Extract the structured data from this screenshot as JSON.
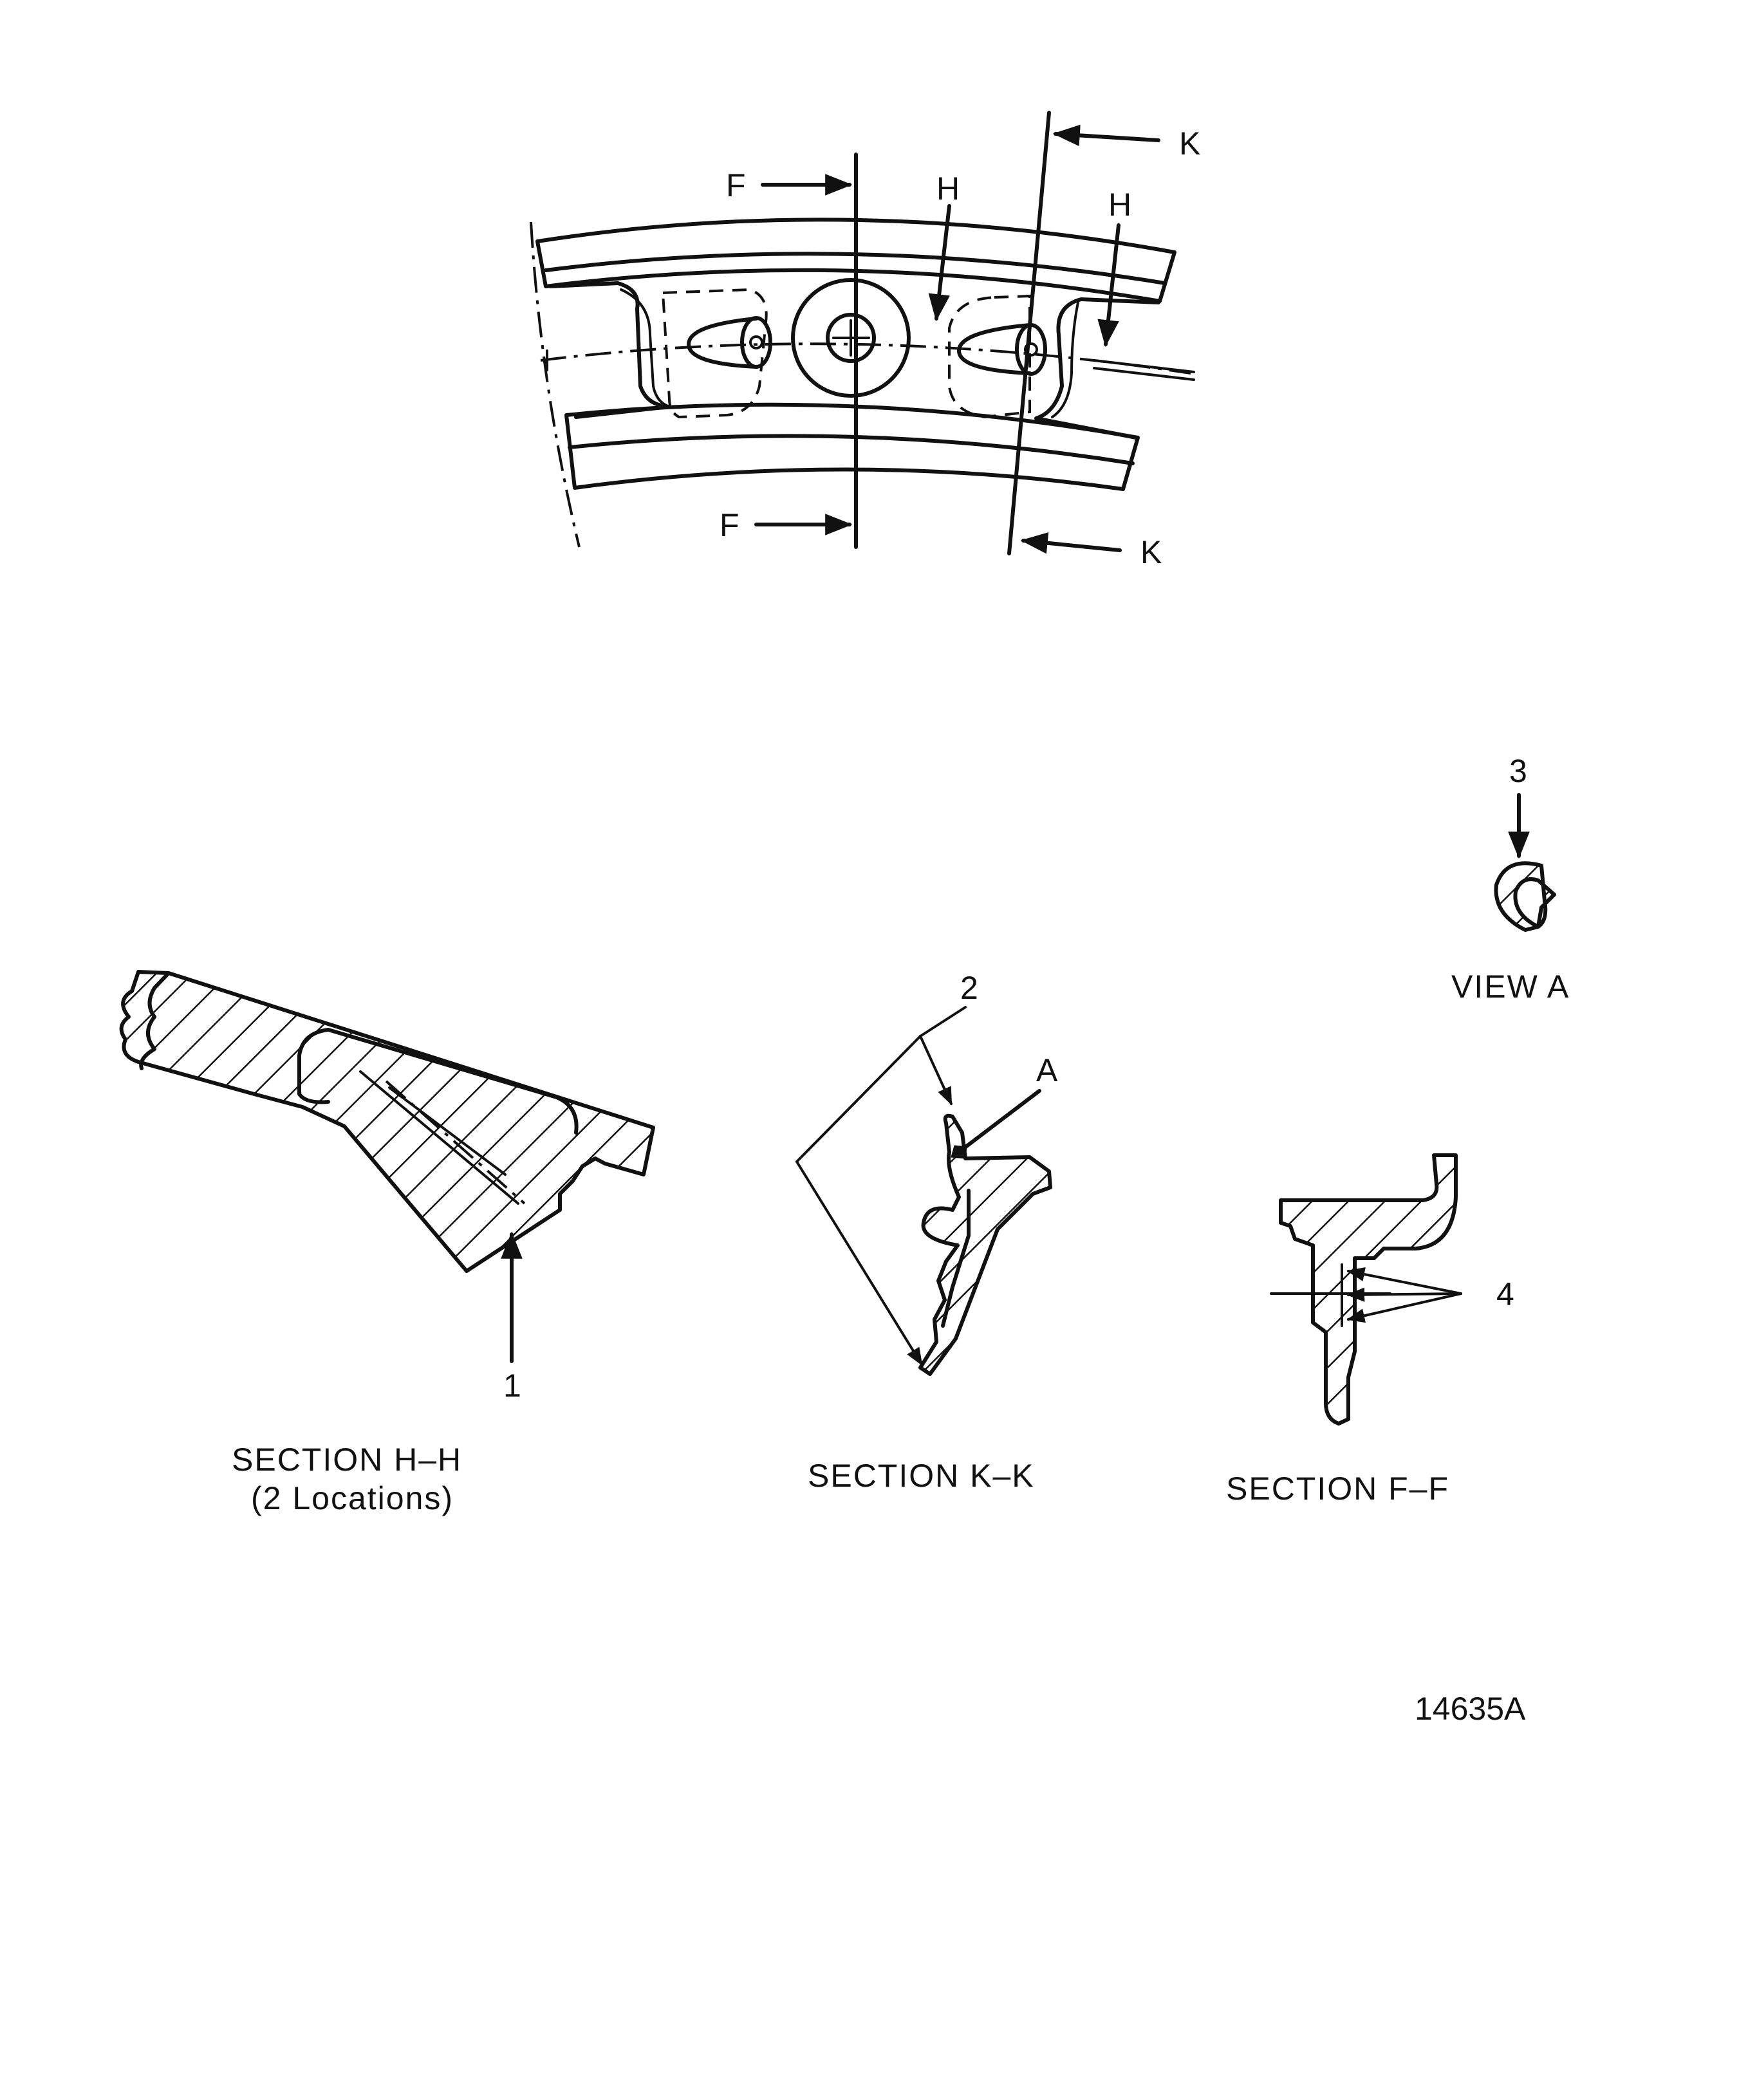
{
  "section_marks": {
    "f_top": "F",
    "f_bottom": "F",
    "h_left": "H",
    "h_right": "H",
    "k_top": "K",
    "k_bottom": "K"
  },
  "callouts": {
    "item_1": "1",
    "item_2": "2",
    "item_3": "3",
    "item_4": "4",
    "view_ref_a": "A"
  },
  "captions": {
    "view_a": "VIEW A",
    "section_hh": "SECTION H–H",
    "section_hh_note": "(2 Locations)",
    "section_kk": "SECTION K–K",
    "section_ff": "SECTION F–F"
  },
  "figure_id": "14635A"
}
